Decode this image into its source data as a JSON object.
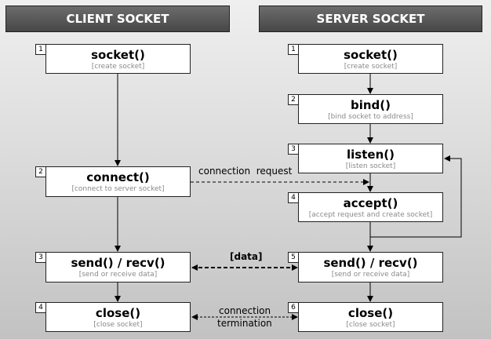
{
  "headers": {
    "client": "CLIENT SOCKET",
    "server": "SERVER SOCKET"
  },
  "client": [
    {
      "num": "1",
      "fn": "socket()",
      "desc": "[create socket]"
    },
    {
      "num": "2",
      "fn": "connect()",
      "desc": "[connect to server socket]"
    },
    {
      "num": "3",
      "fn": "send() / recv()",
      "desc": "[send or receive data]"
    },
    {
      "num": "4",
      "fn": "close()",
      "desc": "[close socket]"
    }
  ],
  "server": [
    {
      "num": "1",
      "fn": "socket()",
      "desc": "[create socket]"
    },
    {
      "num": "2",
      "fn": "bind()",
      "desc": "[bind socket to address]"
    },
    {
      "num": "3",
      "fn": "listen()",
      "desc": "[listen socket]"
    },
    {
      "num": "4",
      "fn": "accept()",
      "desc": "[accept request and create socket]"
    },
    {
      "num": "5",
      "fn": "send() / recv()",
      "desc": "[send or receive data]"
    },
    {
      "num": "6",
      "fn": "close()",
      "desc": "[close socket]"
    }
  ],
  "labels": {
    "connection_request": "connection  request",
    "data": "[data]",
    "termination_1": "connection",
    "termination_2": "termination"
  }
}
